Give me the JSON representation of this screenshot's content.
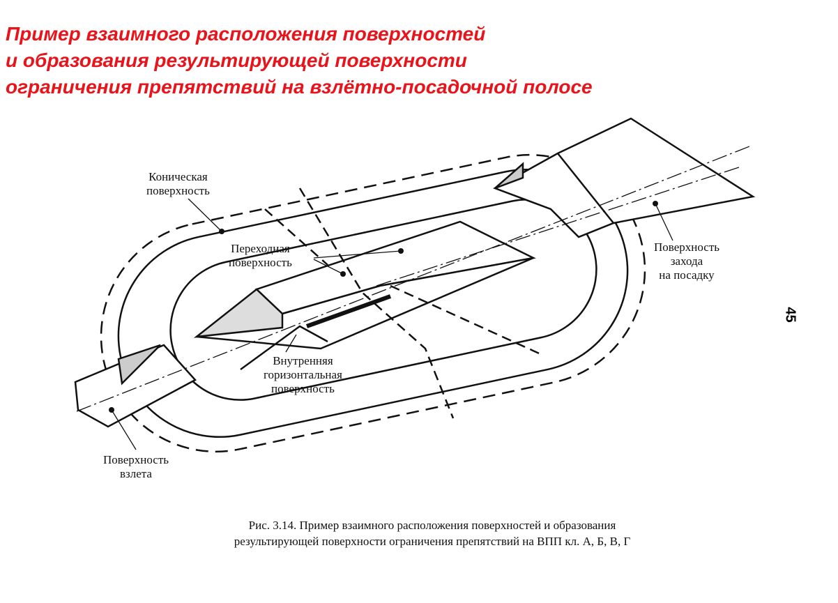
{
  "title": {
    "lines": [
      "Пример взаимного расположения поверхностей",
      "и образования результирующей поверхности",
      "ограничения препятствий на взлётно-посадочной полосе"
    ],
    "color": "#e8141b"
  },
  "labels": {
    "conical": [
      "Коническая",
      "поверхность"
    ],
    "transitional": [
      "Переходная",
      "поверхность"
    ],
    "approach": [
      "Поверхность",
      "захода",
      "на посадку"
    ],
    "inner_horizontal": [
      "Внутренняя",
      "горизонтальная",
      "поверхность"
    ],
    "takeoff": [
      "Поверхность",
      "взлета"
    ]
  },
  "caption": {
    "lines": [
      "Рис. 3.14.   Пример  взаимного расположения поверхностей и образования",
      "результирующей поверхности  ограничения препятствий на ВПП кл. А,  Б, В, Г"
    ]
  },
  "page_number": "45"
}
